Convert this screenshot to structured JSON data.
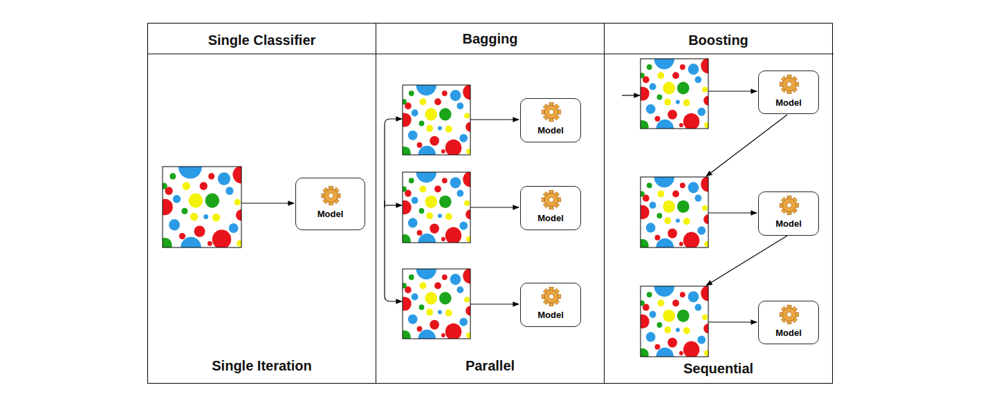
{
  "diagram": {
    "nodes": [
      {
        "text": [
          "Single Classifier",
          "Single Iteration"
        ]
      },
      {
        "text": [
          "Bagging",
          "Parallel"
        ]
      },
      {
        "text": [
          "Boosting",
          "Sequential"
        ]
      },
      {
        "text": [
          "Model"
        ],
        "in": 0
      },
      {
        "text": [
          "Model"
        ],
        "in": 1
      },
      {
        "text": [
          "Model"
        ],
        "in": 1
      },
      {
        "text": [
          "Model"
        ],
        "in": 1
      },
      {
        "text": [
          "Model"
        ],
        "in": 2
      },
      {
        "text": [
          "Model"
        ],
        "in": 2
      },
      {
        "text": [
          "Model"
        ],
        "in": 2
      }
    ]
  }
}
